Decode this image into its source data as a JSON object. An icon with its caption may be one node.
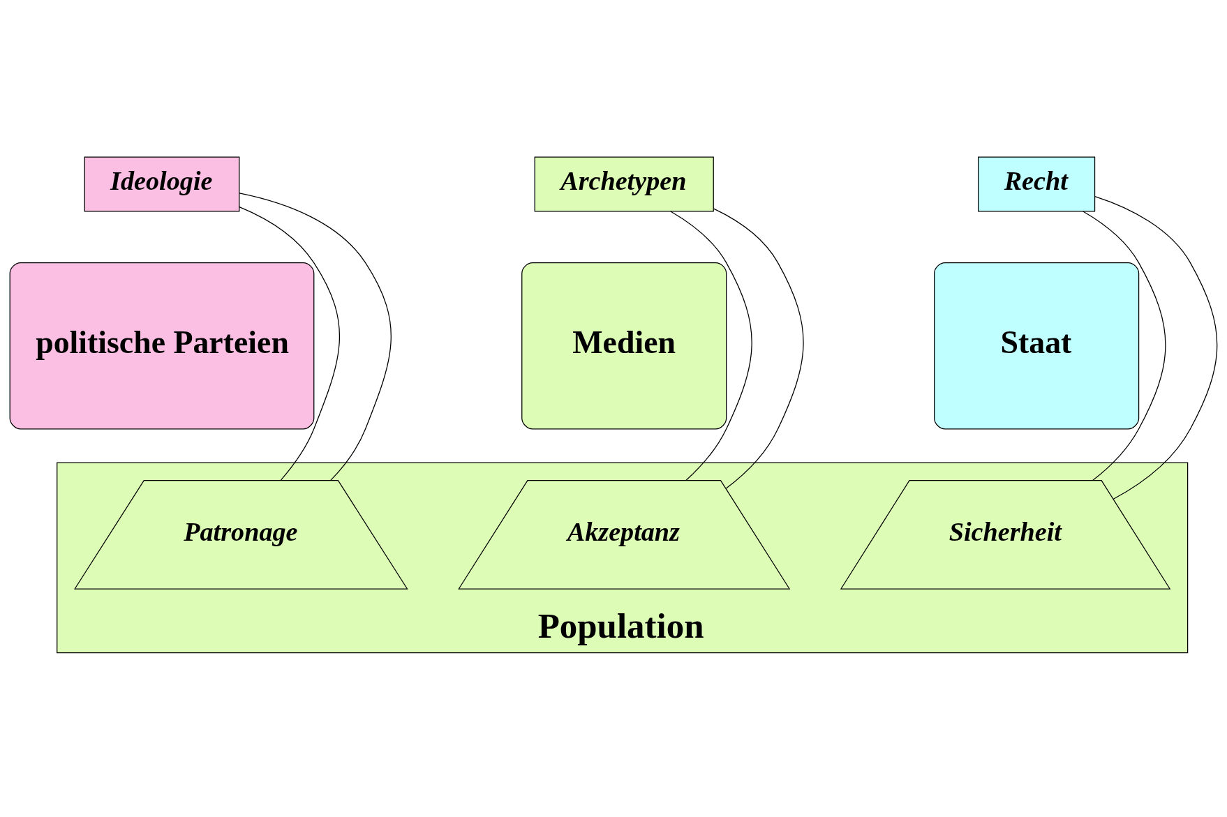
{
  "diagram": {
    "nodes": [
      {
        "text": [
          "Ideologie"
        ]
      },
      {
        "text": [
          "Archetypen"
        ]
      },
      {
        "text": [
          "Recht"
        ]
      },
      {
        "text": [
          "politische Parteien"
        ]
      },
      {
        "text": [
          "Medien"
        ]
      },
      {
        "text": [
          "Staat"
        ]
      },
      {
        "text": [
          "Population"
        ]
      },
      {
        "text": [
          "Patronage"
        ],
        "in": 6
      },
      {
        "text": [
          "Akzeptanz"
        ],
        "in": 6
      },
      {
        "text": [
          "Sicherheit"
        ],
        "in": 6
      }
    ],
    "edges": [
      {
        "from": 0,
        "to": 7,
        "arrow": "none"
      },
      {
        "from": 0,
        "to": 7,
        "arrow": "none"
      },
      {
        "from": 1,
        "to": 8,
        "arrow": "none"
      },
      {
        "from": 1,
        "to": 8,
        "arrow": "none"
      },
      {
        "from": 2,
        "to": 9,
        "arrow": "none"
      },
      {
        "from": 2,
        "to": 9,
        "arrow": "none"
      }
    ]
  }
}
